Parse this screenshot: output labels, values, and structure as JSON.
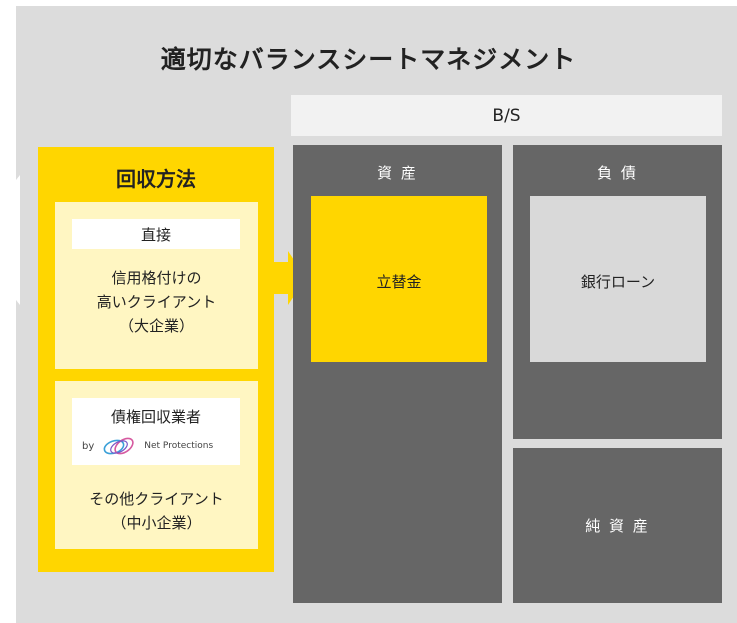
{
  "title": "適切なバランスシートマネジメント",
  "bs": {
    "header": "B/S"
  },
  "collection": {
    "title": "回収方法",
    "direct": {
      "tag": "直接",
      "description_lines": [
        "信用格付けの",
        "高いクライアント",
        "（大企業）"
      ]
    },
    "agency": {
      "tag": "債権回収業者",
      "by": "by",
      "logo_text": "Net Protections",
      "description_lines": [
        "その他クライアント",
        "（中小企業）"
      ]
    }
  },
  "assets": {
    "header": "資 産",
    "item": "立替金"
  },
  "liabilities": {
    "header": "負 債",
    "item": "銀行ローン"
  },
  "equity": {
    "header": "純 資 産"
  },
  "colors": {
    "yellow": "#ffd600",
    "light_yellow": "#fff6c2",
    "dark_gray": "#666666",
    "light_gray": "#d9d9d9",
    "frame_gray": "#dcdcdc"
  }
}
